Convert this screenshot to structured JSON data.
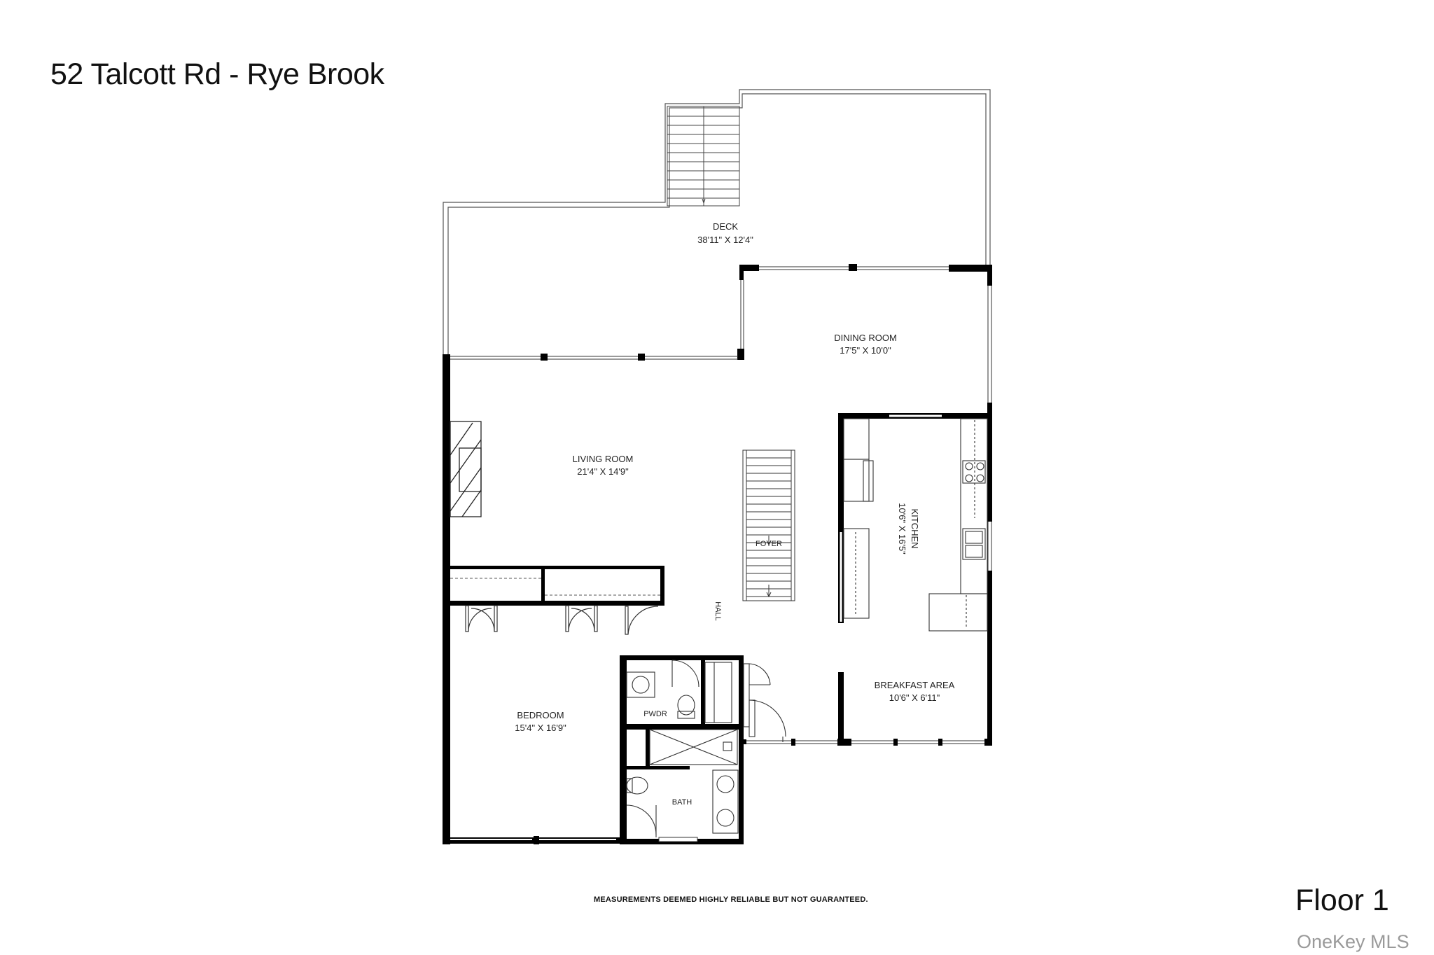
{
  "header": {
    "title": "52 Talcott Rd - Rye Brook"
  },
  "footer": {
    "floor_label": "Floor 1",
    "disclaimer": "MEASUREMENTS DEEMED HIGHLY RELIABLE BUT NOT GUARANTEED.",
    "watermark": "OneKey MLS"
  },
  "rooms": {
    "deck": {
      "name": "DECK",
      "dims": "38'11\" X 12'4\""
    },
    "dining": {
      "name": "DINING ROOM",
      "dims": "17'5\" X 10'0\""
    },
    "living": {
      "name": "LIVING ROOM",
      "dims": "21'4\" X 14'9\""
    },
    "kitchen": {
      "name": "KITCHEN",
      "dims": "10'6\" X 16'5\""
    },
    "foyer": {
      "name": "FOYER"
    },
    "hall": {
      "name": "HALL"
    },
    "breakfast": {
      "name": "BREAKFAST AREA",
      "dims": "10'6\" X 6'11\""
    },
    "bedroom": {
      "name": "BEDROOM",
      "dims": "15'4\" X 16'9\""
    },
    "pwdr": {
      "name": "PWDR"
    },
    "bath": {
      "name": "BATH"
    }
  }
}
